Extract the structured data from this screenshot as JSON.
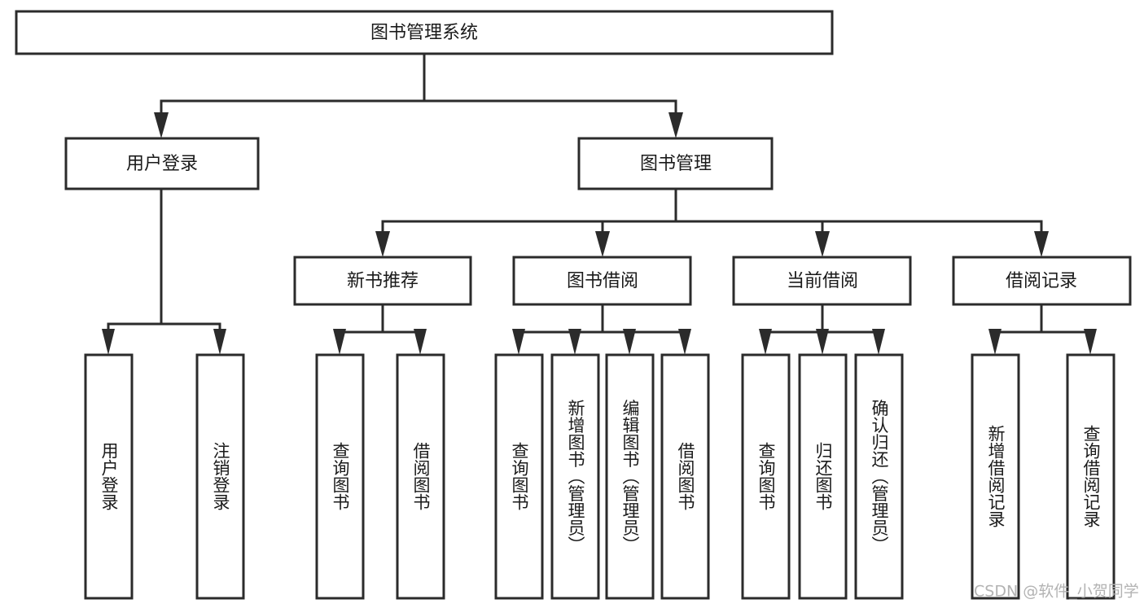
{
  "diagram": {
    "title": "图书管理系统",
    "type": "functional-structure-tree",
    "root": {
      "id": "root",
      "label": "图书管理系统"
    },
    "level2": [
      {
        "id": "user-login",
        "label": "用户登录"
      },
      {
        "id": "book-management",
        "label": "图书管理"
      }
    ],
    "level3": [
      {
        "id": "new-book-recommend",
        "label": "新书推荐",
        "parent": "book-management"
      },
      {
        "id": "book-borrow",
        "label": "图书借阅",
        "parent": "book-management"
      },
      {
        "id": "current-borrow",
        "label": "当前借阅",
        "parent": "book-management"
      },
      {
        "id": "borrow-record",
        "label": "借阅记录",
        "parent": "book-management"
      }
    ],
    "leaves": {
      "user-login": [
        {
          "id": "leaf-user-login",
          "label": "用户登录"
        },
        {
          "id": "leaf-user-logout",
          "label": "注销登录"
        }
      ],
      "new-book-recommend": [
        {
          "id": "leaf-query-book-1",
          "label": "查询图书"
        },
        {
          "id": "leaf-borrow-book-1",
          "label": "借阅图书"
        }
      ],
      "book-borrow": [
        {
          "id": "leaf-query-book-2",
          "label": "查询图书"
        },
        {
          "id": "leaf-add-book",
          "label": "新增图书（管理员）"
        },
        {
          "id": "leaf-edit-book",
          "label": "编辑图书（管理员）"
        },
        {
          "id": "leaf-borrow-book-2",
          "label": "借阅图书"
        }
      ],
      "current-borrow": [
        {
          "id": "leaf-query-book-3",
          "label": "查询图书"
        },
        {
          "id": "leaf-return-book",
          "label": "归还图书"
        },
        {
          "id": "leaf-confirm-return",
          "label": "确认归还（管理员）"
        }
      ],
      "borrow-record": [
        {
          "id": "leaf-add-record",
          "label": "新增借阅记录"
        },
        {
          "id": "leaf-query-record",
          "label": "查询借阅记录"
        }
      ]
    }
  },
  "watermark": {
    "text": "CSDN @软件_小贺同学"
  },
  "colors": {
    "box_stroke": "#2b2b2b",
    "box_fill": "#ffffff",
    "text": "#1a1a1a",
    "background": "#ffffff",
    "watermark": "#b3b3b3"
  }
}
